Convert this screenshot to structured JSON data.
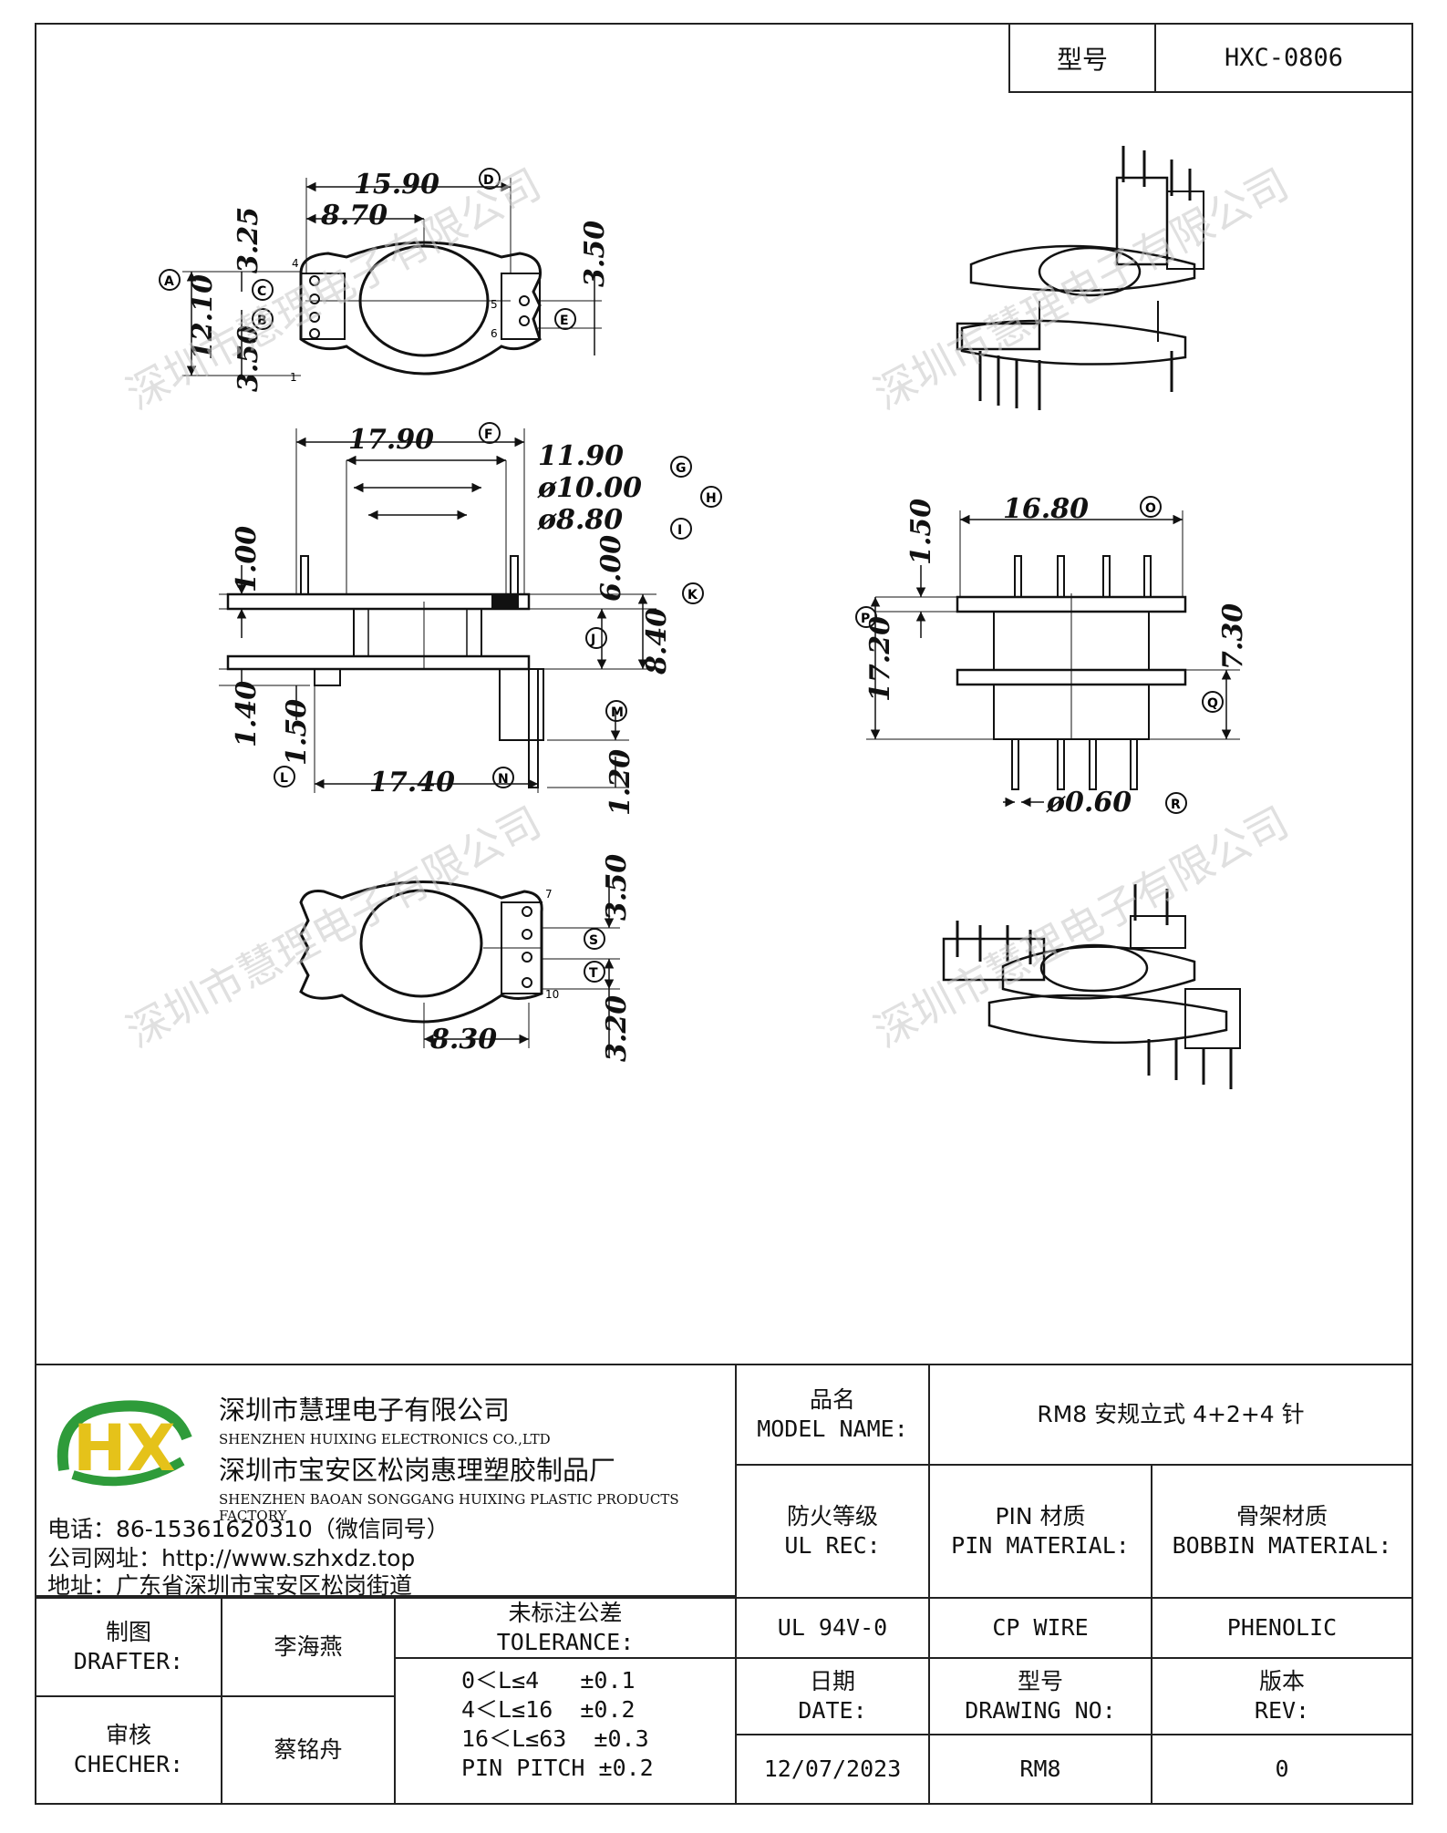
{
  "header": {
    "type_label": "型号",
    "type_value": "HXC-0806"
  },
  "dimensions": {
    "top_view": {
      "d": "15.90",
      "d_tag": "D",
      "w870": "8.70",
      "a": "12.10",
      "a_tag": "A",
      "c": "3.25",
      "c_tag": "C",
      "b": "3.50",
      "b_tag": "B",
      "e": "3.50",
      "e_tag": "E",
      "pin_4": "4",
      "pin_5": "5",
      "pin_6": "6",
      "pin_1": "1"
    },
    "front_view": {
      "f": "17.90",
      "f_tag": "F",
      "g": "11.90",
      "g_tag": "G",
      "h": "ø10.00",
      "h_tag": "H",
      "i": "ø8.80",
      "i_tag": "I",
      "v100": "1.00",
      "j": "6.00",
      "j_tag": "J",
      "k": "8.40",
      "k_tag": "K",
      "v140": "1.40",
      "l": "1.50",
      "l_tag": "L",
      "m_tag": "M",
      "n": "17.40",
      "n_tag": "N",
      "v120": "1.20"
    },
    "side_view": {
      "o": "16.80",
      "o_tag": "O",
      "v150": "1.50",
      "p": "17.20",
      "p_tag": "P",
      "q": "7.30",
      "q_tag": "Q",
      "r": "ø0.60",
      "r_tag": "R"
    },
    "bottom_view": {
      "s": "3.50",
      "s_tag": "S",
      "t": "3.20",
      "t_tag": "T",
      "w830": "8.30",
      "pin_7": "7",
      "pin_10": "10"
    }
  },
  "watermark": "深圳市慧理电子有限公司",
  "company": {
    "name_cn": "深圳市慧理电子有限公司",
    "name_en": "SHENZHEN HUIXING ELECTRONICS CO.,LTD",
    "factory_cn": "深圳市宝安区松岗惠理塑胶制品厂",
    "factory_en": "SHENZHEN BAOAN SONGGANG HUIXING PLASTIC PRODUCTS FACTORY",
    "phone": "电话：86-15361620310（微信同号）",
    "website": "公司网址：http://www.szhxdz.top",
    "address": "地址：广东省深圳市宝安区松岗街道",
    "logo_text": "HX",
    "logo_colors": {
      "green": "#2e9b3a",
      "yellow": "#e5c21a"
    }
  },
  "title_block": {
    "model_name_cn": "品名",
    "model_name_en": "MODEL NAME:",
    "model_name_value": "RM8 安规立式 4+2+4 针",
    "ul_cn": "防火等级",
    "ul_en": "UL REC:",
    "pin_cn": "PIN 材质",
    "pin_en": "PIN MATERIAL:",
    "bobbin_cn": "骨架材质",
    "bobbin_en": "BOBBIN MATERIAL:",
    "ul_value": "UL 94V-0",
    "pin_value": "CP WIRE",
    "bobbin_value": "PHENOLIC",
    "drafter_cn": "制图",
    "drafter_en": "DRAFTER:",
    "drafter_name": "李海燕",
    "checker_cn": "审核",
    "checker_en": "CHECHER:",
    "checker_name": "蔡铭舟",
    "tolerance_cn": "未标注公差",
    "tolerance_en": "TOLERANCE:",
    "tolerance_rows": [
      "0＜L≤4   ±0.1",
      "4＜L≤16  ±0.2",
      "16＜L≤63  ±0.3",
      "PIN PITCH ±0.2"
    ],
    "date_cn": "日期",
    "date_en": "DATE:",
    "date_value": "12/07/2023",
    "drawing_cn": "型号",
    "drawing_en": "DRAWING NO:",
    "drawing_value": "RM8",
    "rev_cn": "版本",
    "rev_en": "REV:",
    "rev_value": "0"
  }
}
